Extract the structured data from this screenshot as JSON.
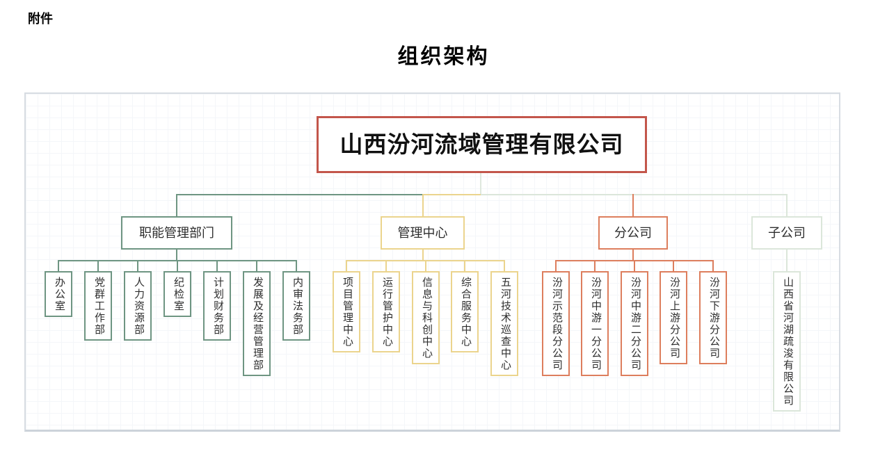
{
  "page": {
    "attachment_label": "附件",
    "title": "组织架构"
  },
  "org_chart": {
    "root": {
      "label": "山西汾河流域管理有限公司",
      "border_color": "#c3564b"
    },
    "groups": [
      {
        "label": "职能管理部门",
        "color": "#6e9582",
        "children": [
          "办公室",
          "党群工作部",
          "人力资源部",
          "纪检室",
          "计划财务部",
          "发展及经营管理部",
          "内审法务部"
        ]
      },
      {
        "label": "管理中心",
        "color": "#ebd48d",
        "children": [
          "项目管理中心",
          "运行管护中心",
          "信息与科创中心",
          "综合服务中心",
          "五河技术巡查中心"
        ]
      },
      {
        "label": "分公司",
        "color": "#dd7e5d",
        "children": [
          "汾河示范段分公司",
          "汾河中游一分公司",
          "汾河中游二分公司",
          "汾河上游分公司",
          "汾河下游分公司"
        ]
      },
      {
        "label": "子公司",
        "color": "#dbe6da",
        "children": [
          "山西省河湖疏浚有限公司"
        ]
      }
    ],
    "connector_colors": {
      "root_drop": "#dfe8de"
    }
  }
}
